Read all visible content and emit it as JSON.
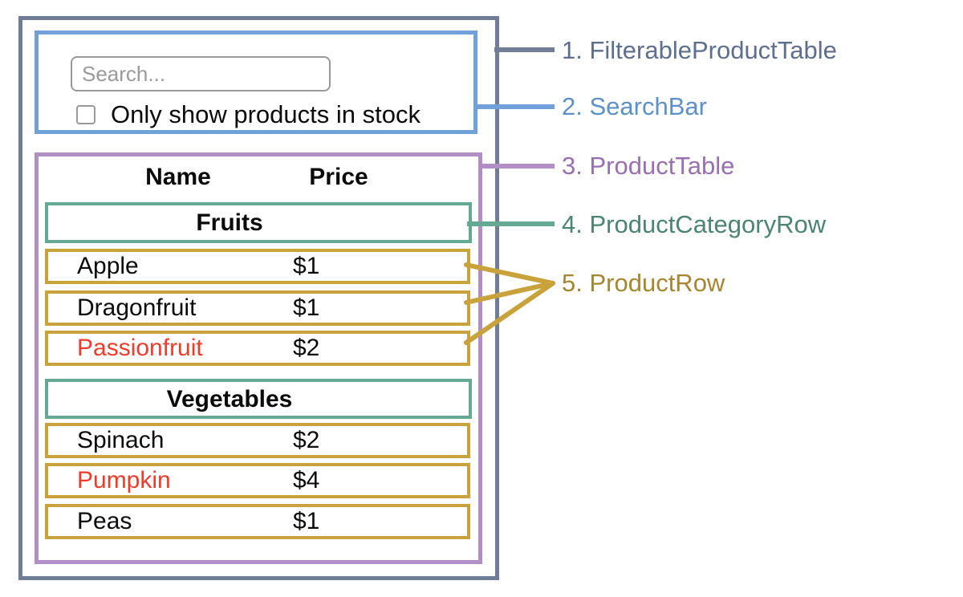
{
  "search_bar": {
    "placeholder": "Search...",
    "checkbox_label": "Only show products in stock"
  },
  "table": {
    "headers": {
      "name": "Name",
      "price": "Price"
    },
    "sections": [
      {
        "category": "Fruits",
        "rows": [
          {
            "name": "Apple",
            "price": "$1"
          },
          {
            "name": "Dragonfruit",
            "price": "$1"
          },
          {
            "name": "Passionfruit",
            "price": "$2"
          }
        ]
      },
      {
        "category": "Vegetables",
        "rows": [
          {
            "name": "Spinach",
            "price": "$2"
          },
          {
            "name": "Pumpkin",
            "price": "$4"
          },
          {
            "name": "Peas",
            "price": "$1"
          }
        ]
      }
    ]
  },
  "legend": [
    {
      "text": "1. FilterableProductTable",
      "color": "#5d6e8e"
    },
    {
      "text": "2. SearchBar",
      "color": "#5c90c9"
    },
    {
      "text": "3. ProductTable",
      "color": "#9a6eb2"
    },
    {
      "text": "4. ProductCategoryRow",
      "color": "#4c8474"
    },
    {
      "text": "5. ProductRow",
      "color": "#a7862f"
    }
  ],
  "colors": {
    "slate_border": "#6f7d96",
    "blue_border": "#70a1d9",
    "purple_border": "#b18ec5",
    "teal_border": "#65a893",
    "gold_border": "#c9a23c",
    "out_of_stock_red": "#f23a2b",
    "text_black": "#0b0b0b",
    "input_border": "#999999",
    "placeholder_gray": "#9a9a9a"
  }
}
